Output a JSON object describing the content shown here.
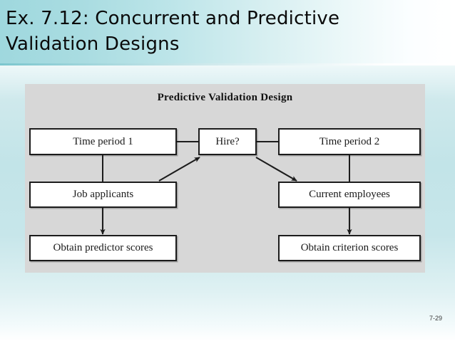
{
  "slide": {
    "title": "Ex. 7.12:  Concurrent and Predictive\nValidation Designs",
    "page_number": "7-29",
    "accent_color": "#9fd8de",
    "panel_color": "#d7d7d7",
    "node_fill": "#ffffff",
    "node_border": "#1c1c1c"
  },
  "figure": {
    "title": "Predictive Validation Design",
    "nodes": {
      "time_period_1": "Time period 1",
      "hire": "Hire?",
      "time_period_2": "Time period 2",
      "job_applicants": "Job applicants",
      "current_employees": "Current employees",
      "obtain_predictor_scores": "Obtain predictor scores",
      "obtain_criterion_scores": "Obtain criterion scores"
    },
    "connectors": [
      {
        "from": "time_period_1",
        "to": "hire",
        "kind": "line",
        "orientation": "horizontal"
      },
      {
        "from": "hire",
        "to": "time_period_2",
        "kind": "line",
        "orientation": "horizontal"
      },
      {
        "from": "time_period_1",
        "to": "job_applicants",
        "kind": "line",
        "orientation": "vertical"
      },
      {
        "from": "time_period_2",
        "to": "current_employees",
        "kind": "line",
        "orientation": "vertical"
      },
      {
        "from": "job_applicants",
        "to": "hire",
        "kind": "arrow",
        "orientation": "diagonal-up-right"
      },
      {
        "from": "hire",
        "to": "current_employees",
        "kind": "arrow",
        "orientation": "diagonal-down-right"
      },
      {
        "from": "job_applicants",
        "to": "obtain_predictor_scores",
        "kind": "arrow",
        "orientation": "vertical-down"
      },
      {
        "from": "current_employees",
        "to": "obtain_criterion_scores",
        "kind": "arrow",
        "orientation": "vertical-down"
      }
    ]
  }
}
